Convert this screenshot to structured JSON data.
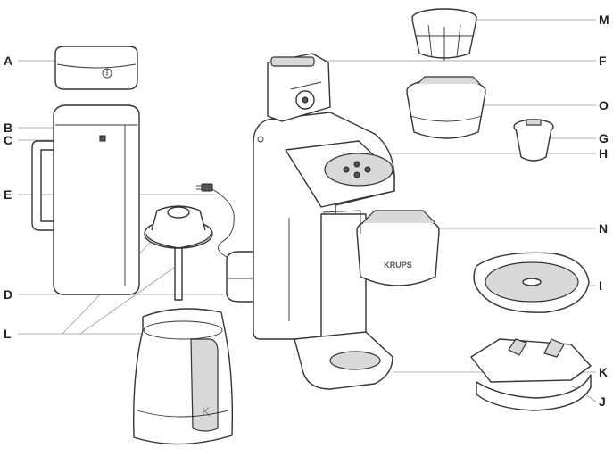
{
  "labels": {
    "A": "A",
    "B": "B",
    "C": "C",
    "D": "D",
    "E": "E",
    "L": "L",
    "M": "M",
    "F": "F",
    "O": "O",
    "G": "G",
    "H": "H",
    "N": "N",
    "I": "I",
    "K": "K",
    "J": "J"
  },
  "brand_text": "KRUPS",
  "carafe_letter": "K",
  "colors": {
    "line": "#333333",
    "leader": "#999999",
    "fill": "#ffffff",
    "shade": "#d9d9d9"
  }
}
